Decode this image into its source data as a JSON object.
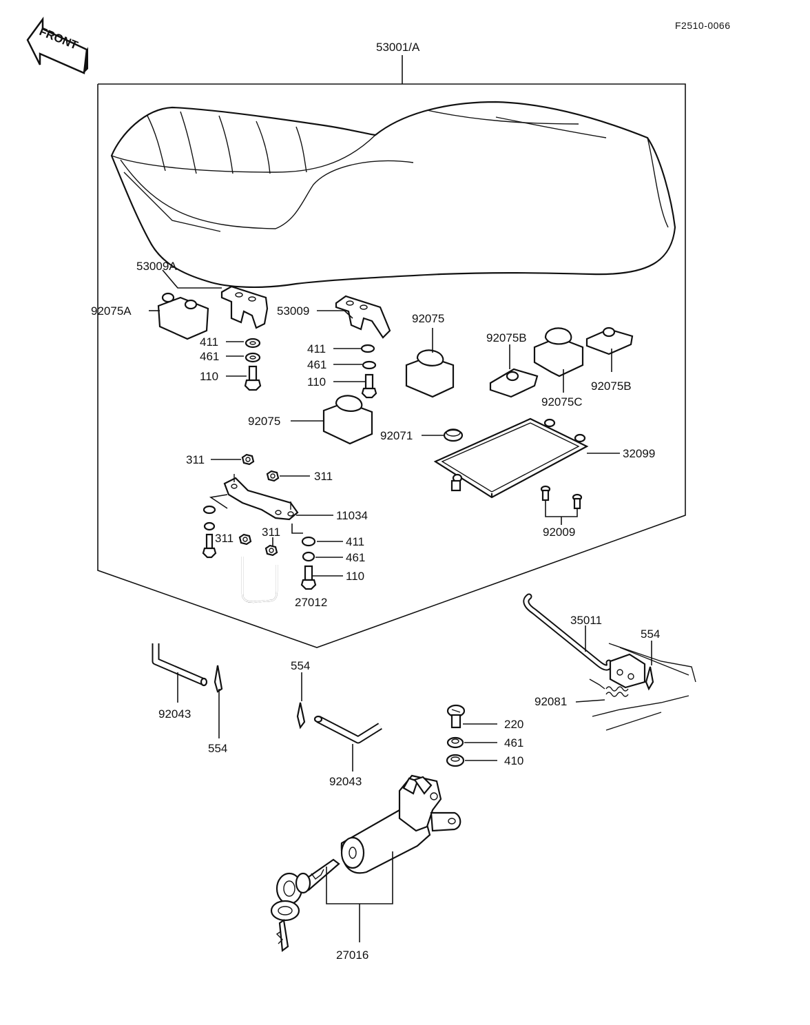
{
  "drawing_code": "F2510-0066",
  "front_arrow": {
    "label": "FRONT",
    "icon": "front-arrow-icon"
  },
  "assembly_label": "53001/A",
  "callouts": {
    "p53009A": "53009A",
    "p92075A": "92075A",
    "p53009": "53009",
    "p411_left": "411",
    "p461_left": "461",
    "p110_left": "110",
    "p411_mid": "411",
    "p461_mid": "461",
    "p110_mid": "110",
    "p92075_upper": "92075",
    "p92075B_upper": "92075B",
    "p92075B_right": "92075B",
    "p92075C": "92075C",
    "p92075_lower": "92075",
    "p92071": "92071",
    "p32099": "32099",
    "p311_a": "311",
    "p311_b": "311",
    "p11034": "11034",
    "p311_c": "311",
    "p311_d": "311",
    "p411_low": "411",
    "p461_low": "461",
    "p110_low": "110",
    "p27012": "27012",
    "p92009": "92009",
    "p35011": "35011",
    "p554_right": "554",
    "p92081": "92081",
    "p554_mid": "554",
    "p92043_left": "92043",
    "p554_left": "554",
    "p92043_mid": "92043",
    "p220": "220",
    "p461_lock": "461",
    "p410": "410",
    "p27016": "27016"
  }
}
